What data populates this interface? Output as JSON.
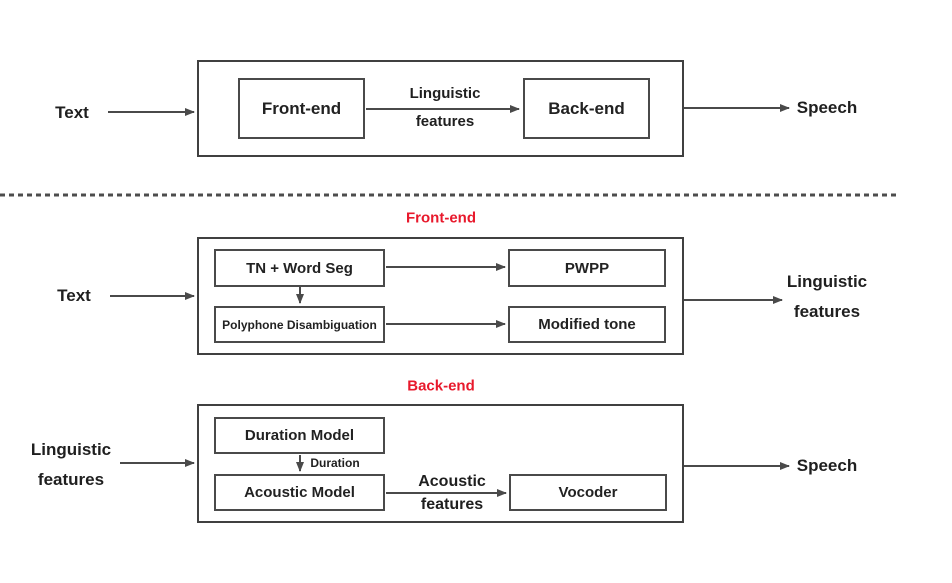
{
  "colors": {
    "line": "#4a4a4a",
    "box_border": "#404040",
    "text": "#1f1f1f",
    "section_title_red": "#e8192c",
    "background": "#ffffff"
  },
  "overview": {
    "input_label": "Text",
    "output_label": "Speech",
    "frontend_box_label": "Front-end",
    "backend_box_label": "Back-end",
    "arrow_label_line1": "Linguistic",
    "arrow_label_line2": "features"
  },
  "frontend_detail": {
    "section_title": "Front-end",
    "input_label": "Text",
    "output_label_line1": "Linguistic",
    "output_label_line2": "features",
    "boxes": {
      "tn_word_seg": "TN + Word Seg",
      "pwpp": "PWPP",
      "polyphone_disambiguation": "Polyphone Disambiguation",
      "modified_tone": "Modified tone"
    }
  },
  "backend_detail": {
    "section_title": "Back-end",
    "input_label_line1": "Linguistic",
    "input_label_line2": "features",
    "output_label": "Speech",
    "boxes": {
      "duration_model": "Duration Model",
      "acoustic_model": "Acoustic Model",
      "vocoder": "Vocoder"
    },
    "duration_arrow_label": "Duration",
    "acoustic_arrow_label_line1": "Acoustic",
    "acoustic_arrow_label_line2": "features"
  }
}
